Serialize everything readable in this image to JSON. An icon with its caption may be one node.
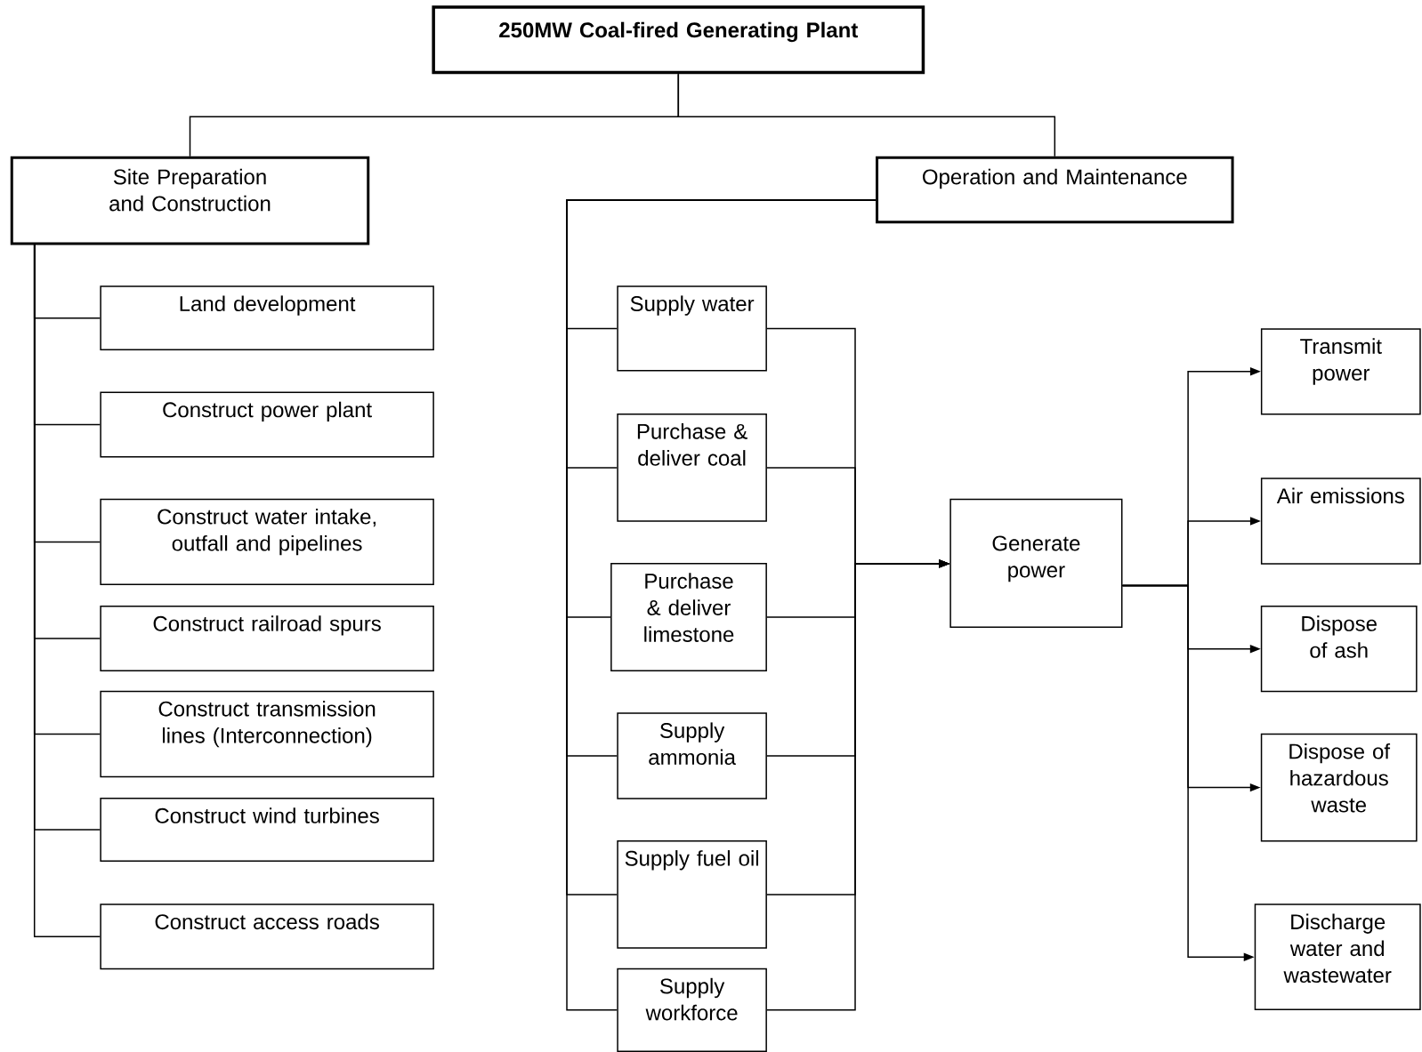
{
  "diagram": {
    "nodes": [
      {
        "text": [
          "250MW Coal-fired Generating Plant"
        ]
      },
      {
        "text": [
          "Site Preparation and Construction"
        ]
      },
      {
        "text": [
          "Operation and Maintenance"
        ]
      },
      {
        "text": [
          "Land development"
        ]
      },
      {
        "text": [
          "Construct power plant"
        ]
      },
      {
        "text": [
          "Construct water intake, outfall and pipelines"
        ]
      },
      {
        "text": [
          "Construct railroad spurs"
        ]
      },
      {
        "text": [
          "Construct transmission lines (Interconnection)"
        ]
      },
      {
        "text": [
          "Construct wind turbines"
        ]
      },
      {
        "text": [
          "Construct access roads"
        ]
      },
      {
        "text": [
          "Supply water"
        ]
      },
      {
        "text": [
          "Purchase & deliver coal"
        ]
      },
      {
        "text": [
          "Purchase & deliver limestone"
        ]
      },
      {
        "text": [
          "Supply ammonia"
        ]
      },
      {
        "text": [
          "Supply fuel oil"
        ]
      },
      {
        "text": [
          "Supply workforce"
        ]
      },
      {
        "text": [
          "Generate power"
        ]
      },
      {
        "text": [
          "Transmit power"
        ]
      },
      {
        "text": [
          "Air emissions"
        ]
      },
      {
        "text": [
          "Dispose of ash"
        ]
      },
      {
        "text": [
          "Dispose of hazardous waste"
        ]
      },
      {
        "text": [
          "Discharge water and wastewater"
        ]
      }
    ],
    "edges": [
      {
        "from": 0,
        "to": 1,
        "arrow": "none"
      },
      {
        "from": 0,
        "to": 2,
        "arrow": "none"
      },
      {
        "from": 1,
        "to": 3,
        "arrow": "none"
      },
      {
        "from": 1,
        "to": 4,
        "arrow": "none"
      },
      {
        "from": 1,
        "to": 5,
        "arrow": "none"
      },
      {
        "from": 1,
        "to": 6,
        "arrow": "none"
      },
      {
        "from": 1,
        "to": 7,
        "arrow": "none"
      },
      {
        "from": 1,
        "to": 8,
        "arrow": "none"
      },
      {
        "from": 1,
        "to": 9,
        "arrow": "none"
      },
      {
        "from": 2,
        "to": 10,
        "arrow": "none"
      },
      {
        "from": 2,
        "to": 11,
        "arrow": "none"
      },
      {
        "from": 2,
        "to": 12,
        "arrow": "none"
      },
      {
        "from": 2,
        "to": 13,
        "arrow": "none"
      },
      {
        "from": 2,
        "to": 14,
        "arrow": "none"
      },
      {
        "from": 2,
        "to": 15,
        "arrow": "none"
      },
      {
        "from": 10,
        "to": 16,
        "arrow": "to"
      },
      {
        "from": 11,
        "to": 16,
        "arrow": "to"
      },
      {
        "from": 12,
        "to": 16,
        "arrow": "to"
      },
      {
        "from": 13,
        "to": 16,
        "arrow": "to"
      },
      {
        "from": 14,
        "to": 16,
        "arrow": "to"
      },
      {
        "from": 15,
        "to": 16,
        "arrow": "to"
      },
      {
        "from": 16,
        "to": 17,
        "arrow": "to"
      },
      {
        "from": 16,
        "to": 18,
        "arrow": "to"
      },
      {
        "from": 16,
        "to": 19,
        "arrow": "to"
      },
      {
        "from": 16,
        "to": 20,
        "arrow": "to"
      },
      {
        "from": 16,
        "to": 21,
        "arrow": "to"
      }
    ]
  }
}
